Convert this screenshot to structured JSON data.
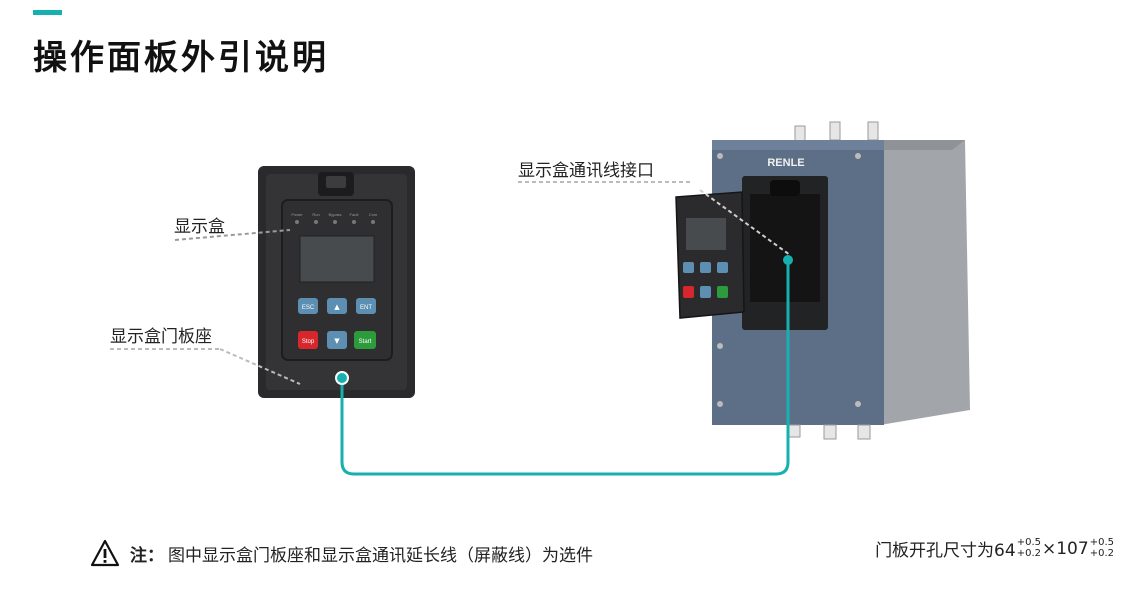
{
  "title": "操作面板外引说明",
  "labels": {
    "display_box": "显示盒",
    "door_mount": "显示盒门板座",
    "comm_port": "显示盒通讯线接口"
  },
  "panel": {
    "leds": [
      "Power",
      "Run",
      "Bypass",
      "Fault",
      "Com"
    ],
    "buttons": {
      "esc": "ESC",
      "up": "▲",
      "ent": "ENT",
      "stop": "Stop",
      "down": "▼",
      "start": "Start"
    }
  },
  "device": {
    "brand": "RENLE"
  },
  "note": {
    "label": "注：",
    "text": "图中显示盒门板座和显示盒通讯延长线（屏蔽线）为选件"
  },
  "spec": {
    "prefix": "门板开孔尺寸为64",
    "w_tol_upper": "+0.5",
    "w_tol_lower": "+0.2",
    "times": "×107",
    "h_tol_upper": "+0.5",
    "h_tol_lower": "+0.2"
  },
  "colors": {
    "accent": "#16b0b0",
    "device_body": "#5d6f86",
    "panel_dark": "#2b2b2d",
    "stop_red": "#d8262d",
    "start_green": "#2c9b3b",
    "key_blue": "#5d8fb3"
  }
}
